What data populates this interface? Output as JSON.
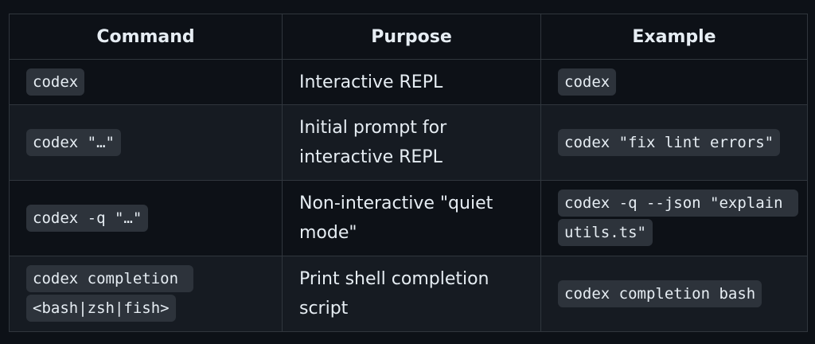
{
  "table": {
    "headers": {
      "command": "Command",
      "purpose": "Purpose",
      "example": "Example"
    },
    "rows": [
      {
        "command": "codex",
        "purpose": "Interactive REPL",
        "example": "codex"
      },
      {
        "command": "codex \"…\"",
        "purpose": "Initial prompt for interactive REPL",
        "example": "codex \"fix lint errors\""
      },
      {
        "command": "codex -q \"…\"",
        "purpose": "Non-interactive \"quiet mode\"",
        "example": "codex -q --json \"explain utils.ts\""
      },
      {
        "command": "codex completion <bash|zsh|fish>",
        "purpose": "Print shell completion script",
        "example": "codex completion bash"
      }
    ]
  },
  "colors": {
    "background": "#0d1117",
    "alt_row": "#161b22",
    "border": "#30363d",
    "code_bg": "#2d333b",
    "text": "#e6edf3"
  }
}
